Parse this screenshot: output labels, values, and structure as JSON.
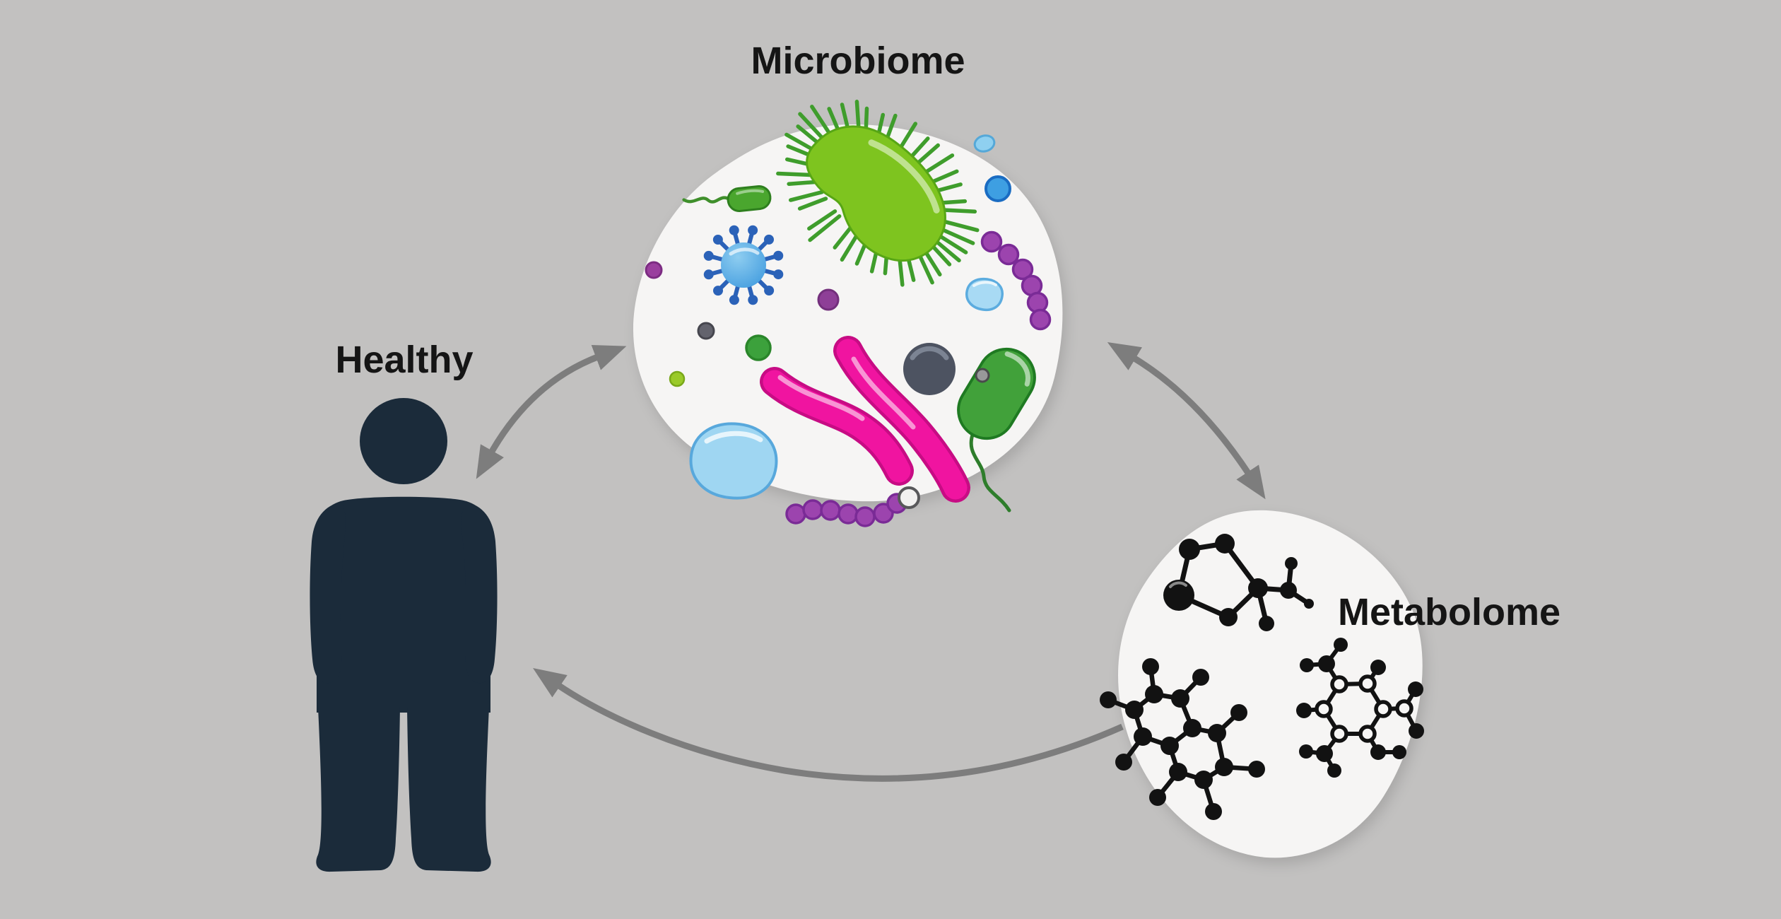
{
  "title": "Microbiome - Metabolome - Healthy interaction diagram",
  "background_color": "#c2c1c0",
  "nodes": {
    "healthy": {
      "label": "Healthy",
      "type": "human-pictogram",
      "color": "#1b2b3a"
    },
    "microbiome": {
      "label": "Microbiome",
      "type": "microbial-community-blob",
      "organisms": [
        "ciliate",
        "flagellated-rod",
        "virus",
        "cocci-chain",
        "bacilli",
        "coccus",
        "amoeba"
      ]
    },
    "metabolome": {
      "label": "Metabolome",
      "type": "molecule-cluster",
      "molecules": [
        "pentagon-ring",
        "fused-hexagon-ring",
        "open-hexagon-ring"
      ]
    }
  },
  "edges": [
    {
      "from": "healthy",
      "to": "microbiome",
      "bidirectional": true
    },
    {
      "from": "microbiome",
      "to": "metabolome",
      "bidirectional": true
    },
    {
      "from": "metabolome",
      "to": "healthy",
      "bidirectional": false
    }
  ],
  "palette": {
    "blob": "#f6f5f4",
    "arrow": "#7d7d7d",
    "text": "#151515",
    "figure": "#1b2b3a",
    "greens": [
      "#7ec41f",
      "#4aa62e",
      "#41a13a",
      "#3ca13c",
      "#9aca29"
    ],
    "blues": [
      "#3e9fe2",
      "#5ab0e8",
      "#9fd6f2",
      "#a8daf4"
    ],
    "purples": [
      "#9c44ae",
      "#9a3f9e",
      "#8e3f97"
    ],
    "magenta": "#ee18a0",
    "slate": "#4d5361",
    "molecule": "#121212"
  }
}
